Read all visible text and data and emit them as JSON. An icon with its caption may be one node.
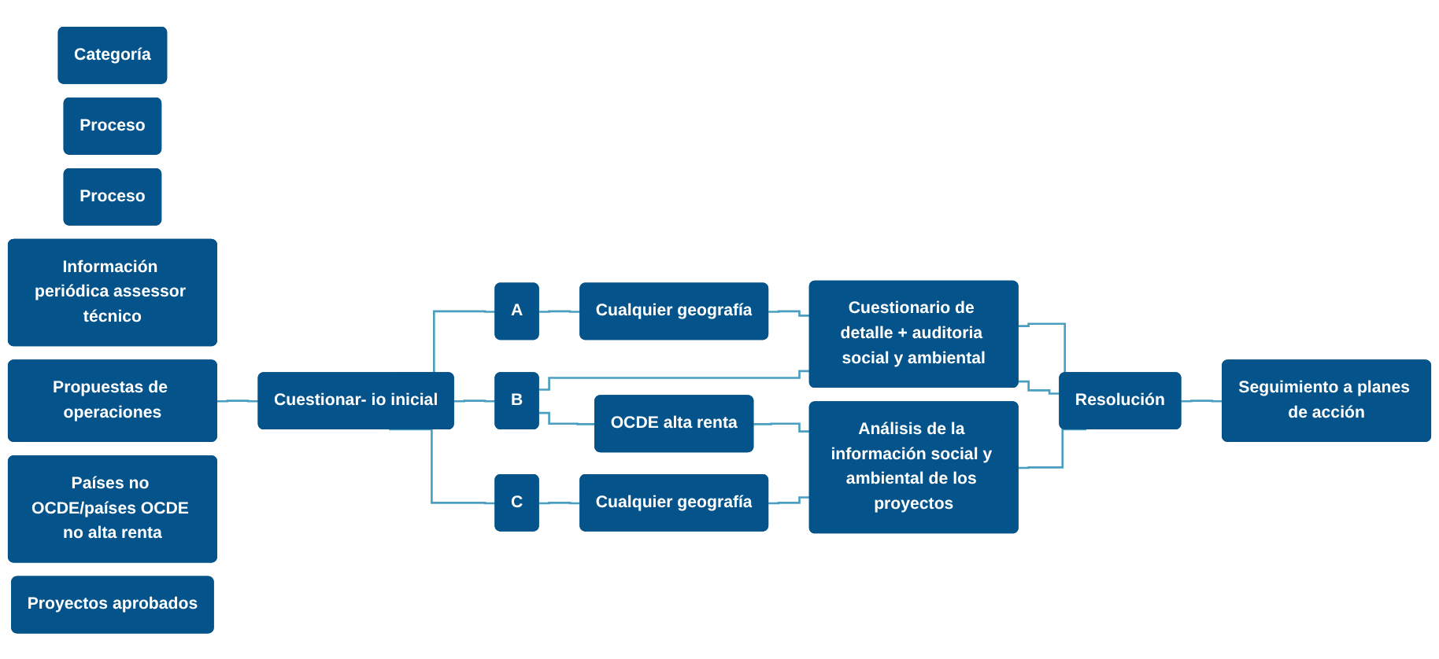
{
  "diagram": {
    "nodes": [
      {
        "text": [
          "Categoría"
        ]
      },
      {
        "text": [
          "Proceso"
        ]
      },
      {
        "text": [
          "Proceso"
        ]
      },
      {
        "text": [
          "Información periódica assessor técnico"
        ]
      },
      {
        "text": [
          "Propuestas de operaciones"
        ]
      },
      {
        "text": [
          "Cuestionar- io inicial"
        ]
      },
      {
        "text": [
          "A"
        ]
      },
      {
        "text": [
          "B"
        ]
      },
      {
        "text": [
          "C"
        ]
      },
      {
        "text": [
          "Cualquier geografía"
        ]
      },
      {
        "text": [
          "Países no OCDE/países OCDE no alta renta"
        ]
      },
      {
        "text": [
          "OCDE alta renta"
        ]
      },
      {
        "text": [
          "Cualquier geografía"
        ]
      },
      {
        "text": [
          "Cuestionario de detalle + auditoria social y ambiental"
        ]
      },
      {
        "text": [
          "Análisis de la información social y ambiental de los proyectos"
        ]
      },
      {
        "text": [
          "Resolución"
        ]
      },
      {
        "text": [
          "Seguimiento a planes de acción"
        ]
      },
      {
        "text": [
          "Proyectos aprobados"
        ]
      }
    ],
    "edges": [
      {
        "from": 4,
        "to": 5,
        "arrow": "none"
      },
      {
        "from": 5,
        "to": 6,
        "arrow": "none"
      },
      {
        "from": 5,
        "to": 7,
        "arrow": "none"
      },
      {
        "from": 5,
        "to": 8,
        "arrow": "none"
      },
      {
        "from": 6,
        "to": 9,
        "arrow": "none"
      },
      {
        "from": 7,
        "to": 13,
        "arrow": "none"
      },
      {
        "from": 7,
        "to": 11,
        "arrow": "none"
      },
      {
        "from": 8,
        "to": 12,
        "arrow": "none"
      },
      {
        "from": 9,
        "to": 13,
        "arrow": "none"
      },
      {
        "from": 11,
        "to": 14,
        "arrow": "none"
      },
      {
        "from": 12,
        "to": 14,
        "arrow": "none"
      },
      {
        "from": 13,
        "to": 15,
        "arrow": "none"
      },
      {
        "from": 13,
        "to": 15,
        "arrow": "none"
      },
      {
        "from": 14,
        "to": 15,
        "arrow": "none"
      },
      {
        "from": 15,
        "to": 16,
        "arrow": "none"
      }
    ]
  }
}
